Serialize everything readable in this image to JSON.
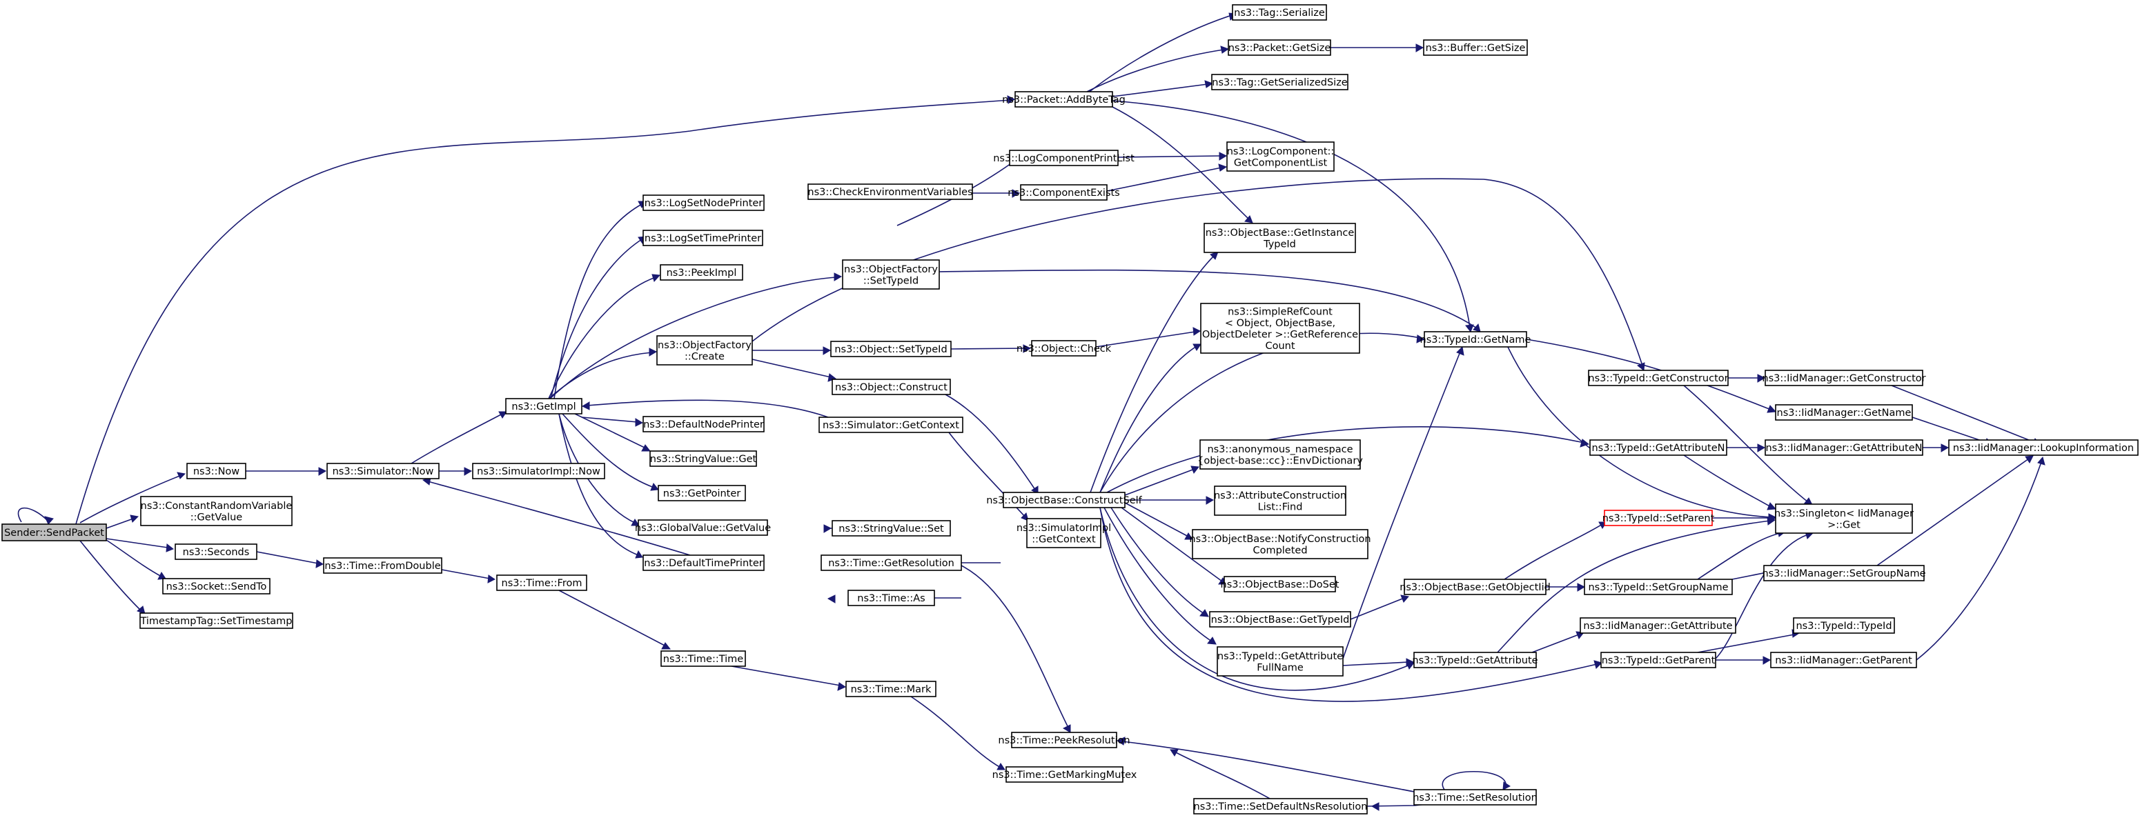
{
  "colors": {
    "edge": "#191970",
    "node_border": "#000000",
    "root_fill": "#bfbfbf",
    "highlight_border": "#ff0000"
  },
  "nodes": {
    "sender_sendpacket": [
      "Sender::SendPacket"
    ],
    "now": [
      "ns3::Now"
    ],
    "constantrandomvariable_getvalue": [
      "ns3::ConstantRandomVariable",
      "::GetValue"
    ],
    "seconds": [
      "ns3::Seconds"
    ],
    "socket_sendto": [
      "ns3::Socket::SendTo"
    ],
    "timestamptag_settimestamp": [
      "TimestampTag::SetTimestamp"
    ],
    "simulator_now": [
      "ns3::Simulator::Now"
    ],
    "time_fromdouble": [
      "ns3::Time::FromDouble"
    ],
    "getimpl": [
      "ns3::GetImpl"
    ],
    "simulatorimpl_now": [
      "ns3::SimulatorImpl::Now"
    ],
    "time_from": [
      "ns3::Time::From"
    ],
    "logsetnodeprinter": [
      "ns3::LogSetNodePrinter"
    ],
    "logsettimeprinter": [
      "ns3::LogSetTimePrinter"
    ],
    "peekimpl": [
      "ns3::PeekImpl"
    ],
    "objectfactory_create": [
      "ns3::ObjectFactory",
      "::Create"
    ],
    "defaultnodeprinter": [
      "ns3::DefaultNodePrinter"
    ],
    "stringvalue_get": [
      "ns3::StringValue::Get"
    ],
    "getpointer": [
      "ns3::GetPointer"
    ],
    "globalvalue_getvalue": [
      "ns3::GlobalValue::GetValue"
    ],
    "defaulttimeprinter": [
      "ns3::DefaultTimePrinter"
    ],
    "time_time": [
      "ns3::Time::Time"
    ],
    "checkenvironmentvariables": [
      "ns3::CheckEnvironmentVariables"
    ],
    "objectfactory_settypeid": [
      "ns3::ObjectFactory",
      "::SetTypeId"
    ],
    "object_settypeid": [
      "ns3::Object::SetTypeId"
    ],
    "object_construct": [
      "ns3::Object::Construct"
    ],
    "simulator_getcontext": [
      "ns3::Simulator::GetContext"
    ],
    "stringvalue_set": [
      "ns3::StringValue::Set"
    ],
    "time_getresolution": [
      "ns3::Time::GetResolution"
    ],
    "time_as": [
      "ns3::Time::As"
    ],
    "time_mark": [
      "ns3::Time::Mark"
    ],
    "packet_addbytetag": [
      "ns3::Packet::AddByteTag"
    ],
    "logcomponentprintlist": [
      "ns3::LogComponentPrintList"
    ],
    "componentexists": [
      "ns3::ComponentExists"
    ],
    "object_check": [
      "ns3::Object::Check"
    ],
    "objectbase_constructself": [
      "ns3::ObjectBase::ConstructSelf"
    ],
    "simulatorimpl_getcontext": [
      "ns3::SimulatorImpl",
      "::GetContext"
    ],
    "time_peekresolution": [
      "ns3::Time::PeekResolution"
    ],
    "time_getmarkingmutex": [
      "ns3::Time::GetMarkingMutex"
    ],
    "tag_serialize": [
      "ns3::Tag::Serialize"
    ],
    "packet_getsize": [
      "ns3::Packet::GetSize"
    ],
    "tag_getserializedsize": [
      "ns3::Tag::GetSerializedSize"
    ],
    "logcomponent_getcomponentlist": [
      "ns3::LogComponent::",
      "GetComponentList"
    ],
    "objectbase_getinstancetypeid": [
      "ns3::ObjectBase::GetInstance",
      "TypeId"
    ],
    "simplerefcount_getreferencecount": [
      "ns3::SimpleRefCount",
      "< Object, ObjectBase,",
      "ObjectDeleter >::GetReference",
      "Count"
    ],
    "anonymous_envdictionary": [
      "ns3::anonymous_namespace",
      "{object-base::cc}::EnvDictionary"
    ],
    "attributeconstructionlist_find": [
      "ns3::AttributeConstruction",
      "List::Find"
    ],
    "objectbase_notifyconstructioncompleted": [
      "ns3::ObjectBase::NotifyConstruction",
      "Completed"
    ],
    "objectbase_dost": [
      "ns3::ObjectBase::DoSet"
    ],
    "objectbase_gettypeid": [
      "ns3::ObjectBase::GetTypeId"
    ],
    "typeid_getattributefullname": [
      "ns3::TypeId::GetAttribute",
      "FullName"
    ],
    "time_setdefaultnsresolution": [
      "ns3::Time::SetDefaultNsResolution"
    ],
    "buffer_getsize": [
      "ns3::Buffer::GetSize"
    ],
    "typeid_getname": [
      "ns3::TypeId::GetName"
    ],
    "objectbase_getobjectiid": [
      "ns3::ObjectBase::GetObjectIid"
    ],
    "typeid_getattribute": [
      "ns3::TypeId::GetAttribute"
    ],
    "time_setresolution": [
      "ns3::Time::SetResolution"
    ],
    "typeid_getconstructor": [
      "ns3::TypeId::GetConstructor"
    ],
    "typeid_getattributen": [
      "ns3::TypeId::GetAttributeN"
    ],
    "typeid_setparent": [
      "ns3::TypeId::SetParent"
    ],
    "typeid_setgroupname": [
      "ns3::TypeId::SetGroupName"
    ],
    "iidmanager_getattribute": [
      "ns3::IidManager::GetAttribute"
    ],
    "typeid_getparent": [
      "ns3::TypeId::GetParent"
    ],
    "iidmanager_getconstructor": [
      "ns3::IidManager::GetConstructor"
    ],
    "iidmanager_getname": [
      "ns3::IidManager::GetName"
    ],
    "iidmanager_getattributen": [
      "ns3::IidManager::GetAttributeN"
    ],
    "singleton_get": [
      "ns3::Singleton< IidManager",
      " >::Get"
    ],
    "iidmanager_setgroupname": [
      "ns3::IidManager::SetGroupName"
    ],
    "typeid_typeid": [
      "ns3::TypeId::TypeId"
    ],
    "iidmanager_getparent": [
      "ns3::IidManager::GetParent"
    ],
    "iidmanager_lookupinformation": [
      "ns3::IidManager::LookupInformation"
    ]
  }
}
